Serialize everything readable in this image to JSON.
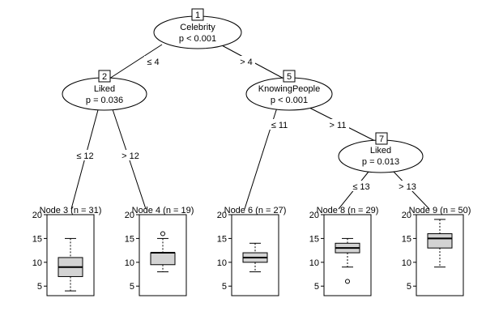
{
  "inner_nodes": [
    {
      "id": "1",
      "variable": "Celebrity",
      "pvalue": "p < 0.001"
    },
    {
      "id": "2",
      "variable": "Liked",
      "pvalue": "p = 0.036"
    },
    {
      "id": "5",
      "variable": "KnowingPeople",
      "pvalue": "p < 0.001"
    },
    {
      "id": "7",
      "variable": "Liked",
      "pvalue": "p = 0.013"
    }
  ],
  "edge_labels": [
    "≤ 4",
    "> 4",
    "≤ 12",
    "> 12",
    "≤ 11",
    "> 11",
    "≤ 13",
    "> 13"
  ],
  "terminal_nodes": [
    {
      "title": "Node 3 (n = 31)",
      "whisker_low": 4,
      "q1": 7,
      "median": 9,
      "q3": 11,
      "whisker_high": 15,
      "outliers": []
    },
    {
      "title": "Node 4 (n = 19)",
      "whisker_low": 8,
      "q1": 9.5,
      "median": 12,
      "q3": 12,
      "whisker_high": 15,
      "outliers": [
        16
      ]
    },
    {
      "title": "Node 6 (n = 27)",
      "whisker_low": 8,
      "q1": 10,
      "median": 11,
      "q3": 12,
      "whisker_high": 14,
      "outliers": []
    },
    {
      "title": "Node 8 (n = 29)",
      "whisker_low": 9,
      "q1": 12,
      "median": 13,
      "q3": 14,
      "whisker_high": 15,
      "outliers": [
        6
      ]
    },
    {
      "title": "Node 9 (n = 50)",
      "whisker_low": 9,
      "q1": 13,
      "median": 15,
      "q3": 16,
      "whisker_high": 19,
      "outliers": []
    }
  ],
  "y_axis": {
    "range": [
      3,
      20
    ],
    "ticks": [
      "20",
      "15",
      "10",
      "5"
    ]
  }
}
